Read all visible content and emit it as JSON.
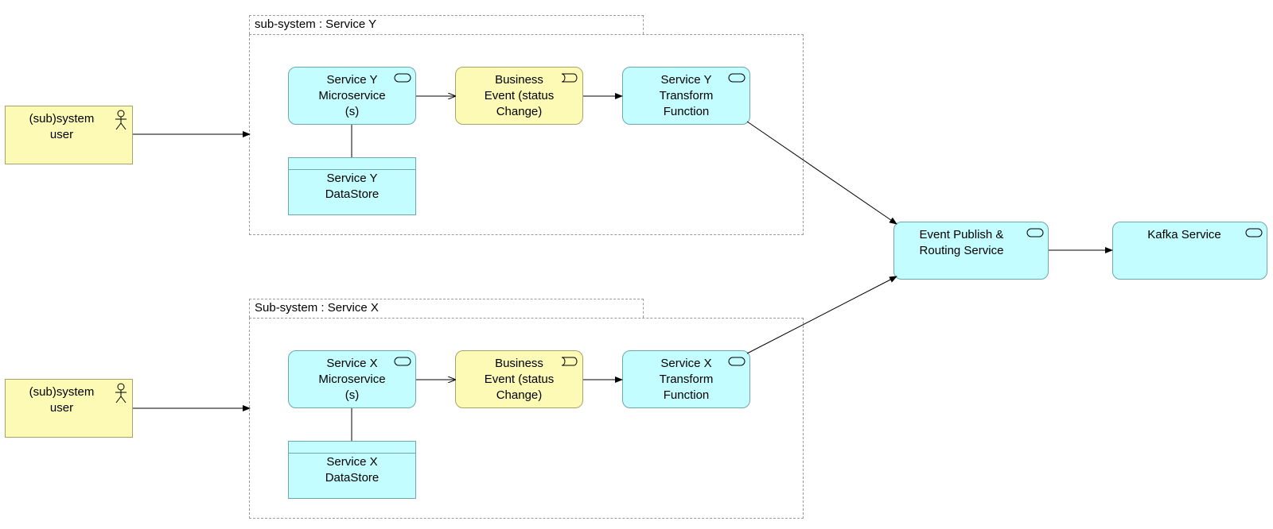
{
  "groups": {
    "y": {
      "title": "sub-system : Service Y"
    },
    "x": {
      "title": "Sub-system : Service X"
    }
  },
  "actors": {
    "top": {
      "label": "(sub)system\nuser",
      "icon": "actor-icon"
    },
    "bottom": {
      "label": "(sub)system\nuser",
      "icon": "actor-icon"
    }
  },
  "service_y": {
    "microservice": "Service Y\nMicroservice\n(s)",
    "event": "Business\nEvent (status\nChange)",
    "transform": "Service Y\nTransform\nFunction",
    "datastore": "Service Y\nDataStore"
  },
  "service_x": {
    "microservice": "Service X\nMicroservice\n(s)",
    "event": "Business\nEvent (status\nChange)",
    "transform": "Service X\nTransform\nFunction",
    "datastore": "Service X\nDataStore"
  },
  "routing": {
    "label": "Event Publish &\nRouting Service"
  },
  "kafka": {
    "label": "Kafka Service"
  },
  "colors": {
    "actor_fill": "#fdfab6",
    "service_fill": "#c3fdff",
    "event_fill": "#fdfab6",
    "group_border": "#9a9a9a",
    "connector": "#000000"
  },
  "icons": {
    "service": "service-icon",
    "event": "event-icon",
    "actor": "actor-icon"
  }
}
